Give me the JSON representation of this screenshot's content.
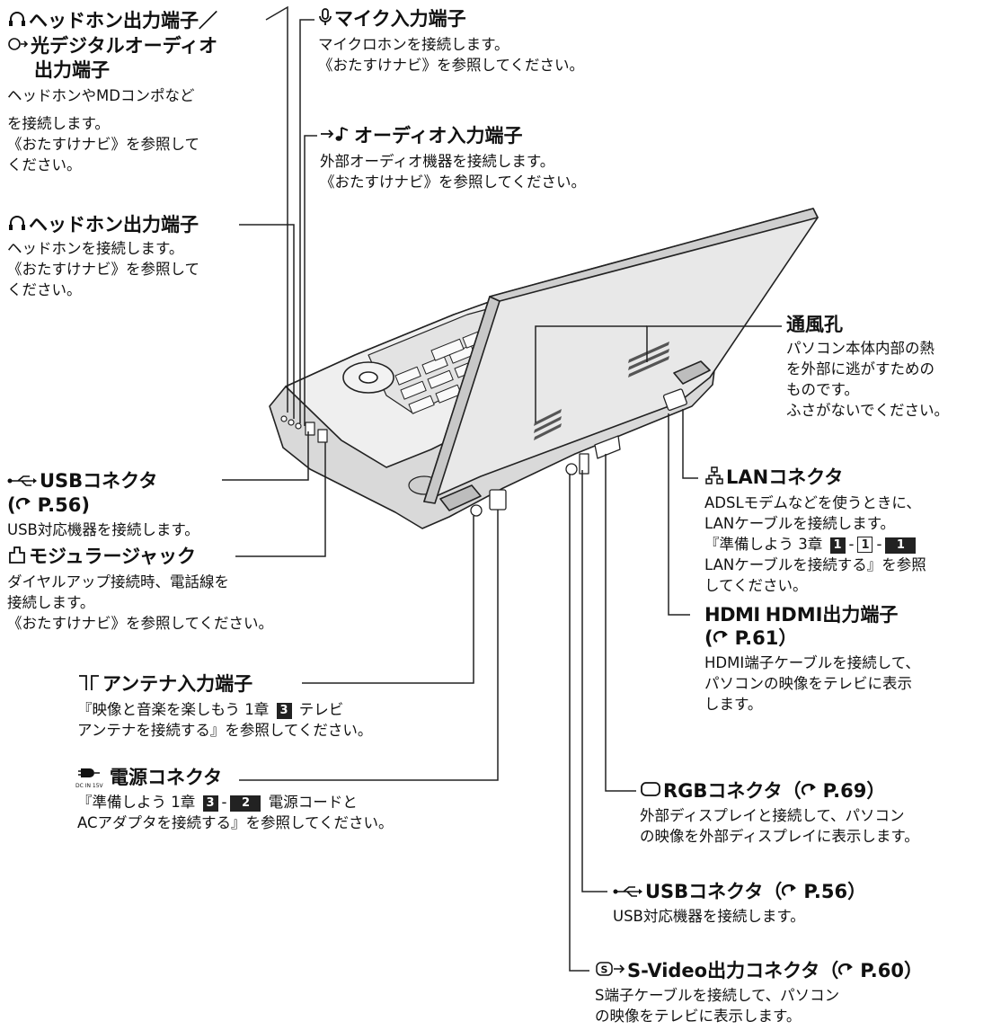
{
  "headphone_optical": {
    "title_line1": "ヘッドホン出力端子／",
    "title_line2": "光デジタルオーディオ",
    "title_line3": "出力端子",
    "desc": [
      "ヘッドホンやMDコンポなど",
      "を接続します。",
      "《おたすけナビ》を参照して",
      "ください。"
    ]
  },
  "mic": {
    "title": "マイク入力端子",
    "desc": [
      "マイクロホンを接続します。",
      "《おたすけナビ》を参照してください。"
    ]
  },
  "audio_in": {
    "title": "オーディオ入力端子",
    "desc": [
      "外部オーディオ機器を接続します。",
      "《おたすけナビ》を参照してください。"
    ]
  },
  "headphone": {
    "title": "ヘッドホン出力端子",
    "desc": [
      "ヘッドホンを接続します。",
      "《おたすけナビ》を参照して",
      "ください。"
    ]
  },
  "vent": {
    "title": "通風孔",
    "desc": [
      "パソコン本体内部の熱",
      "を外部に逃がすための",
      "ものです。",
      "ふさがないでください。"
    ]
  },
  "usb_left": {
    "title": "USBコネクタ",
    "ref": "P.56)",
    "desc": [
      "USB対応機器を接続します。"
    ]
  },
  "lan": {
    "title": "LANコネクタ",
    "desc1": "ADSLモデムなどを使うときに、",
    "desc2": "LANケーブルを接続します。",
    "desc3_prefix": "『準備しよう 3章",
    "num1": "1",
    "num2": "1",
    "num3": "1",
    "desc4": "LANケーブルを接続する』を参照",
    "desc5": "してください。"
  },
  "modular": {
    "title": "モジュラージャック",
    "desc": [
      "ダイヤルアップ接続時、電話線を",
      "接続します。",
      "《おたすけナビ》を参照してください。"
    ]
  },
  "hdmi": {
    "logo": "HDMI",
    "title": "HDMI出力端子",
    "ref": "P.61）",
    "desc": [
      "HDMI端子ケーブルを接続して、",
      "パソコンの映像をテレビに表示",
      "します。"
    ]
  },
  "antenna": {
    "title": "アンテナ入力端子",
    "desc1_prefix": "『映像と音楽を楽しもう 1章",
    "num": "3",
    "desc1_suffix": "テレビ",
    "desc2": "アンテナを接続する』を参照してください。"
  },
  "power": {
    "dc_label": "DC IN 15V",
    "title": "電源コネクタ",
    "desc1_prefix": "『準備しよう 1章",
    "num1": "3",
    "num2": "2",
    "desc1_suffix": "電源コードと",
    "desc2": "ACアダプタを接続する』を参照してください。"
  },
  "rgb": {
    "title": "RGBコネクタ（",
    "ref": "P.69）",
    "desc": [
      "外部ディスプレイと接続して、パソコン",
      "の映像を外部ディスプレイに表示します。"
    ]
  },
  "usb_right": {
    "title": "USBコネクタ（",
    "ref": "P.56）",
    "desc": [
      "USB対応機器を接続します。"
    ]
  },
  "svideo": {
    "title": "S-Video出力コネクタ（",
    "ref": "P.60）",
    "desc": [
      "S端子ケーブルを接続して、パソコン",
      "の映像をテレビに表示します。"
    ]
  }
}
